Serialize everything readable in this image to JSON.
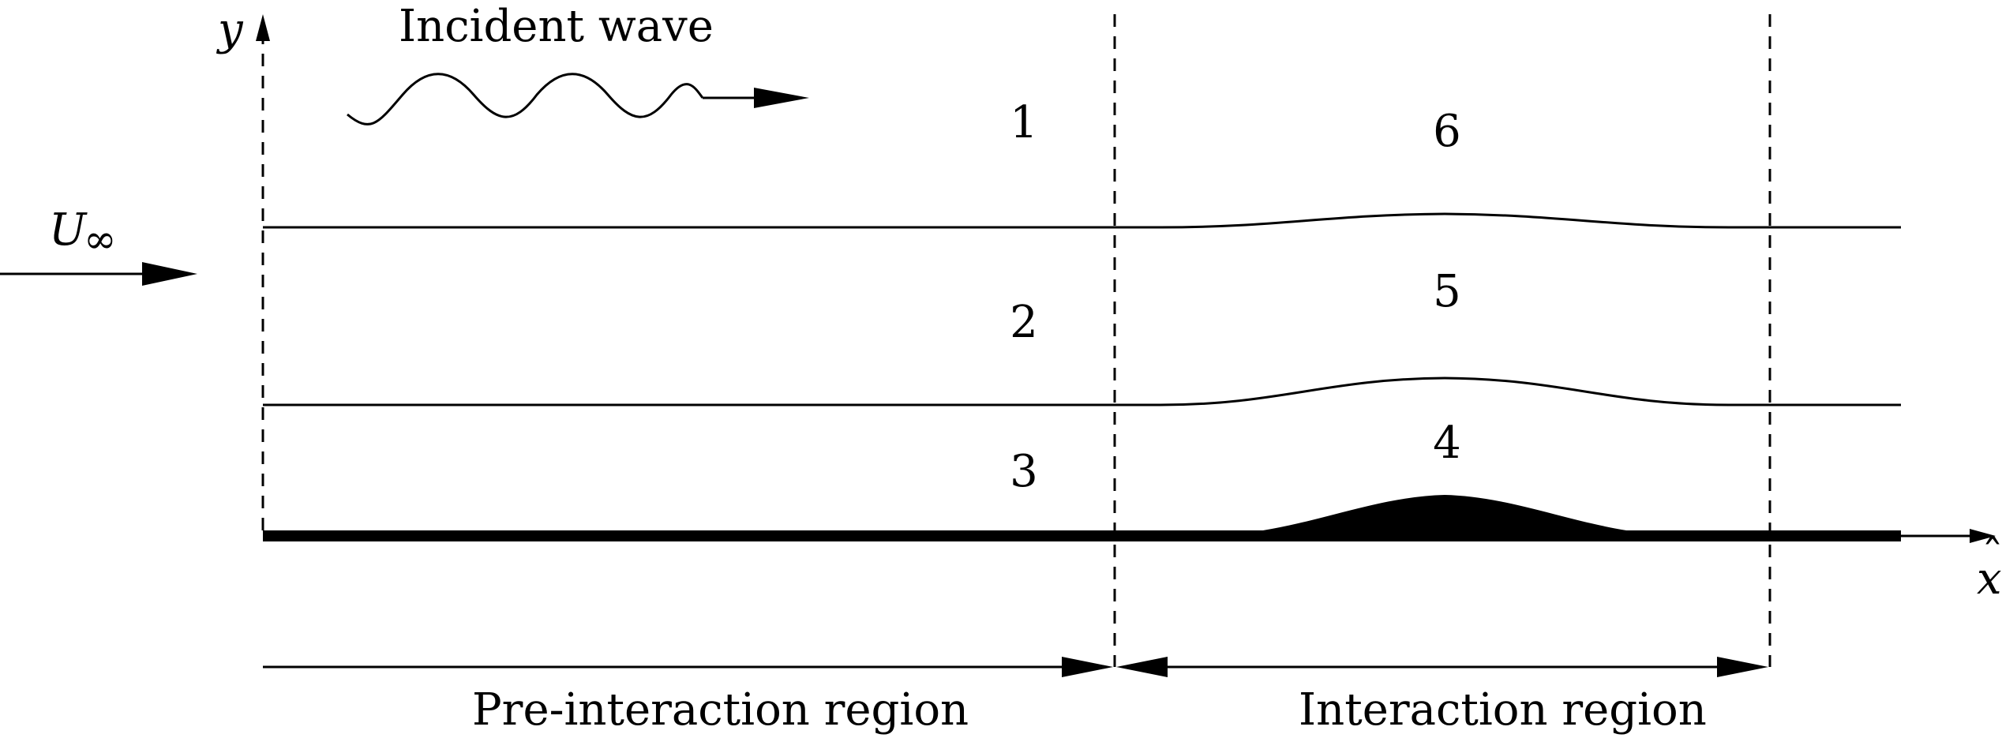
{
  "labels": {
    "incident_wave": "Incident wave",
    "pre_interaction": "Pre-interaction region",
    "interaction": "Interaction region",
    "y_axis_base": "y",
    "y_axis_hat": "ˆ",
    "x_axis_base": "x",
    "x_axis_hat": "ˆ",
    "freestream_base": "U",
    "freestream_sub": "∞"
  },
  "regions": {
    "r1": "1",
    "r2": "2",
    "r3": "3",
    "r4": "4",
    "r5": "5",
    "r6": "6"
  }
}
